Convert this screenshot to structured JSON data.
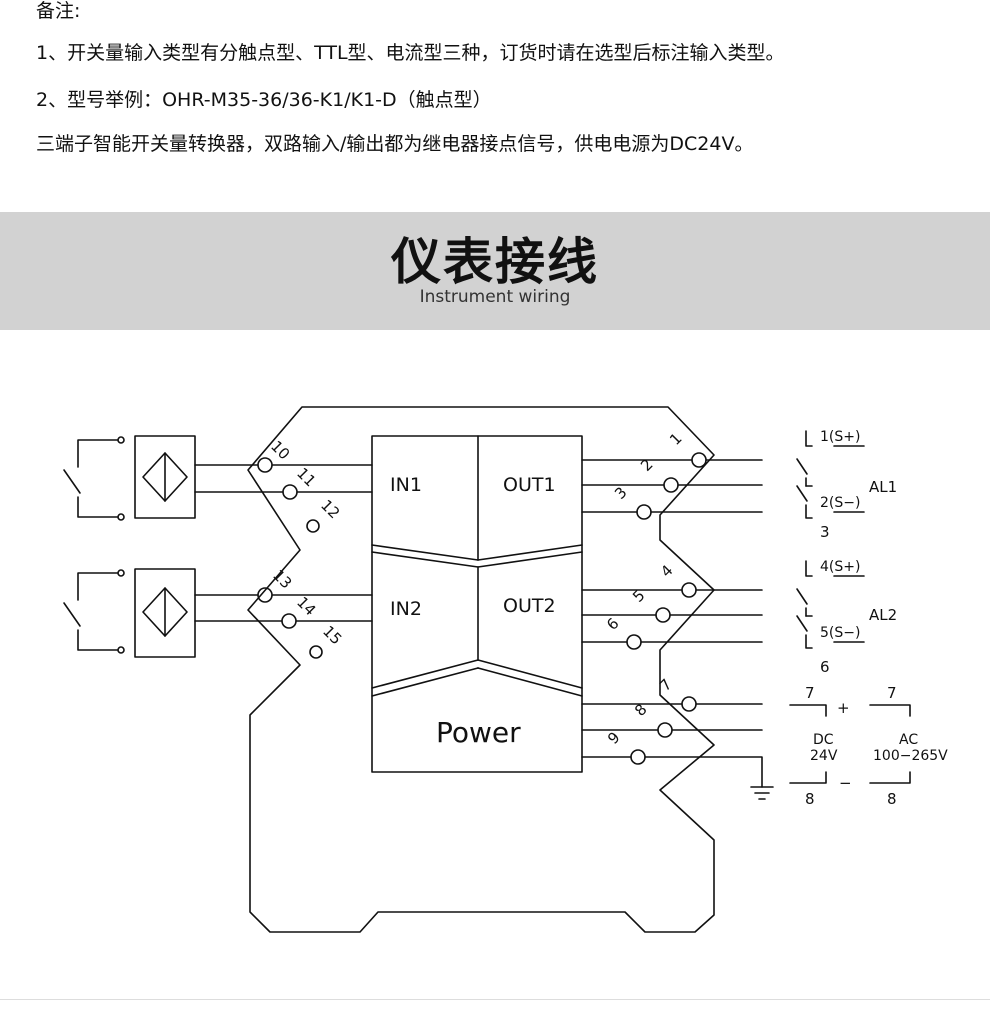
{
  "notes": {
    "heading": "备注:",
    "line1": "1、开关量输入类型有分触点型、TTL型、电流型三种，订货时请在选型后标注输入类型。",
    "line2": "2、型号举例：OHR-M35-36/36-K1/K1-D（触点型）",
    "line3": "三端子智能开关量转换器，双路输入/输出都为继电器接点信号，供电电源为DC24V。"
  },
  "banner": {
    "title": "仪表接线",
    "subtitle": "Instrument wiring"
  },
  "diagram": {
    "blocks": {
      "in1": "IN1",
      "in2": "IN2",
      "out1": "OUT1",
      "out2": "OUT2",
      "power": "Power"
    },
    "terminals": {
      "t1": "1",
      "t2": "2",
      "t3": "3",
      "t4": "4",
      "t5": "5",
      "t6": "6",
      "t7": "7",
      "t8": "8",
      "t9": "9",
      "t10": "10",
      "t11": "11",
      "t12": "12",
      "t13": "13",
      "t14": "14",
      "t15": "15"
    },
    "al1": {
      "label": "AL1",
      "top": "1(S+)",
      "mid": "2(S−)",
      "bottom": "3"
    },
    "al2": {
      "label": "AL2",
      "top": "4(S+)",
      "mid": "5(S−)",
      "bottom": "6"
    },
    "dc": {
      "top": "7",
      "plus": "+",
      "name": "DC",
      "value": "24V",
      "bottom": "8",
      "minus": "−"
    },
    "ac": {
      "top": "7",
      "name": "AC",
      "value": "100−265V",
      "bottom": "8"
    }
  }
}
